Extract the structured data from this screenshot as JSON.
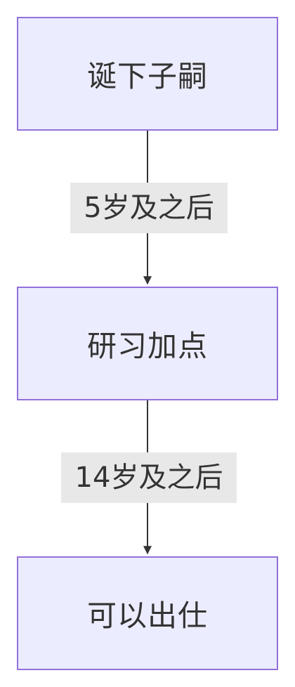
{
  "diagram": {
    "nodes": [
      {
        "id": "n1",
        "label": "诞下子嗣"
      },
      {
        "id": "n2",
        "label": "研习加点"
      },
      {
        "id": "n3",
        "label": "可以出仕"
      }
    ],
    "edges": [
      {
        "from": "n1",
        "to": "n2",
        "label": "5岁及之后"
      },
      {
        "from": "n2",
        "to": "n3",
        "label": "14岁及之后"
      }
    ],
    "colors": {
      "node_fill": "#ececff",
      "node_border": "#9370db",
      "edge": "#333333",
      "label_bg": "#e8e8e8"
    }
  }
}
